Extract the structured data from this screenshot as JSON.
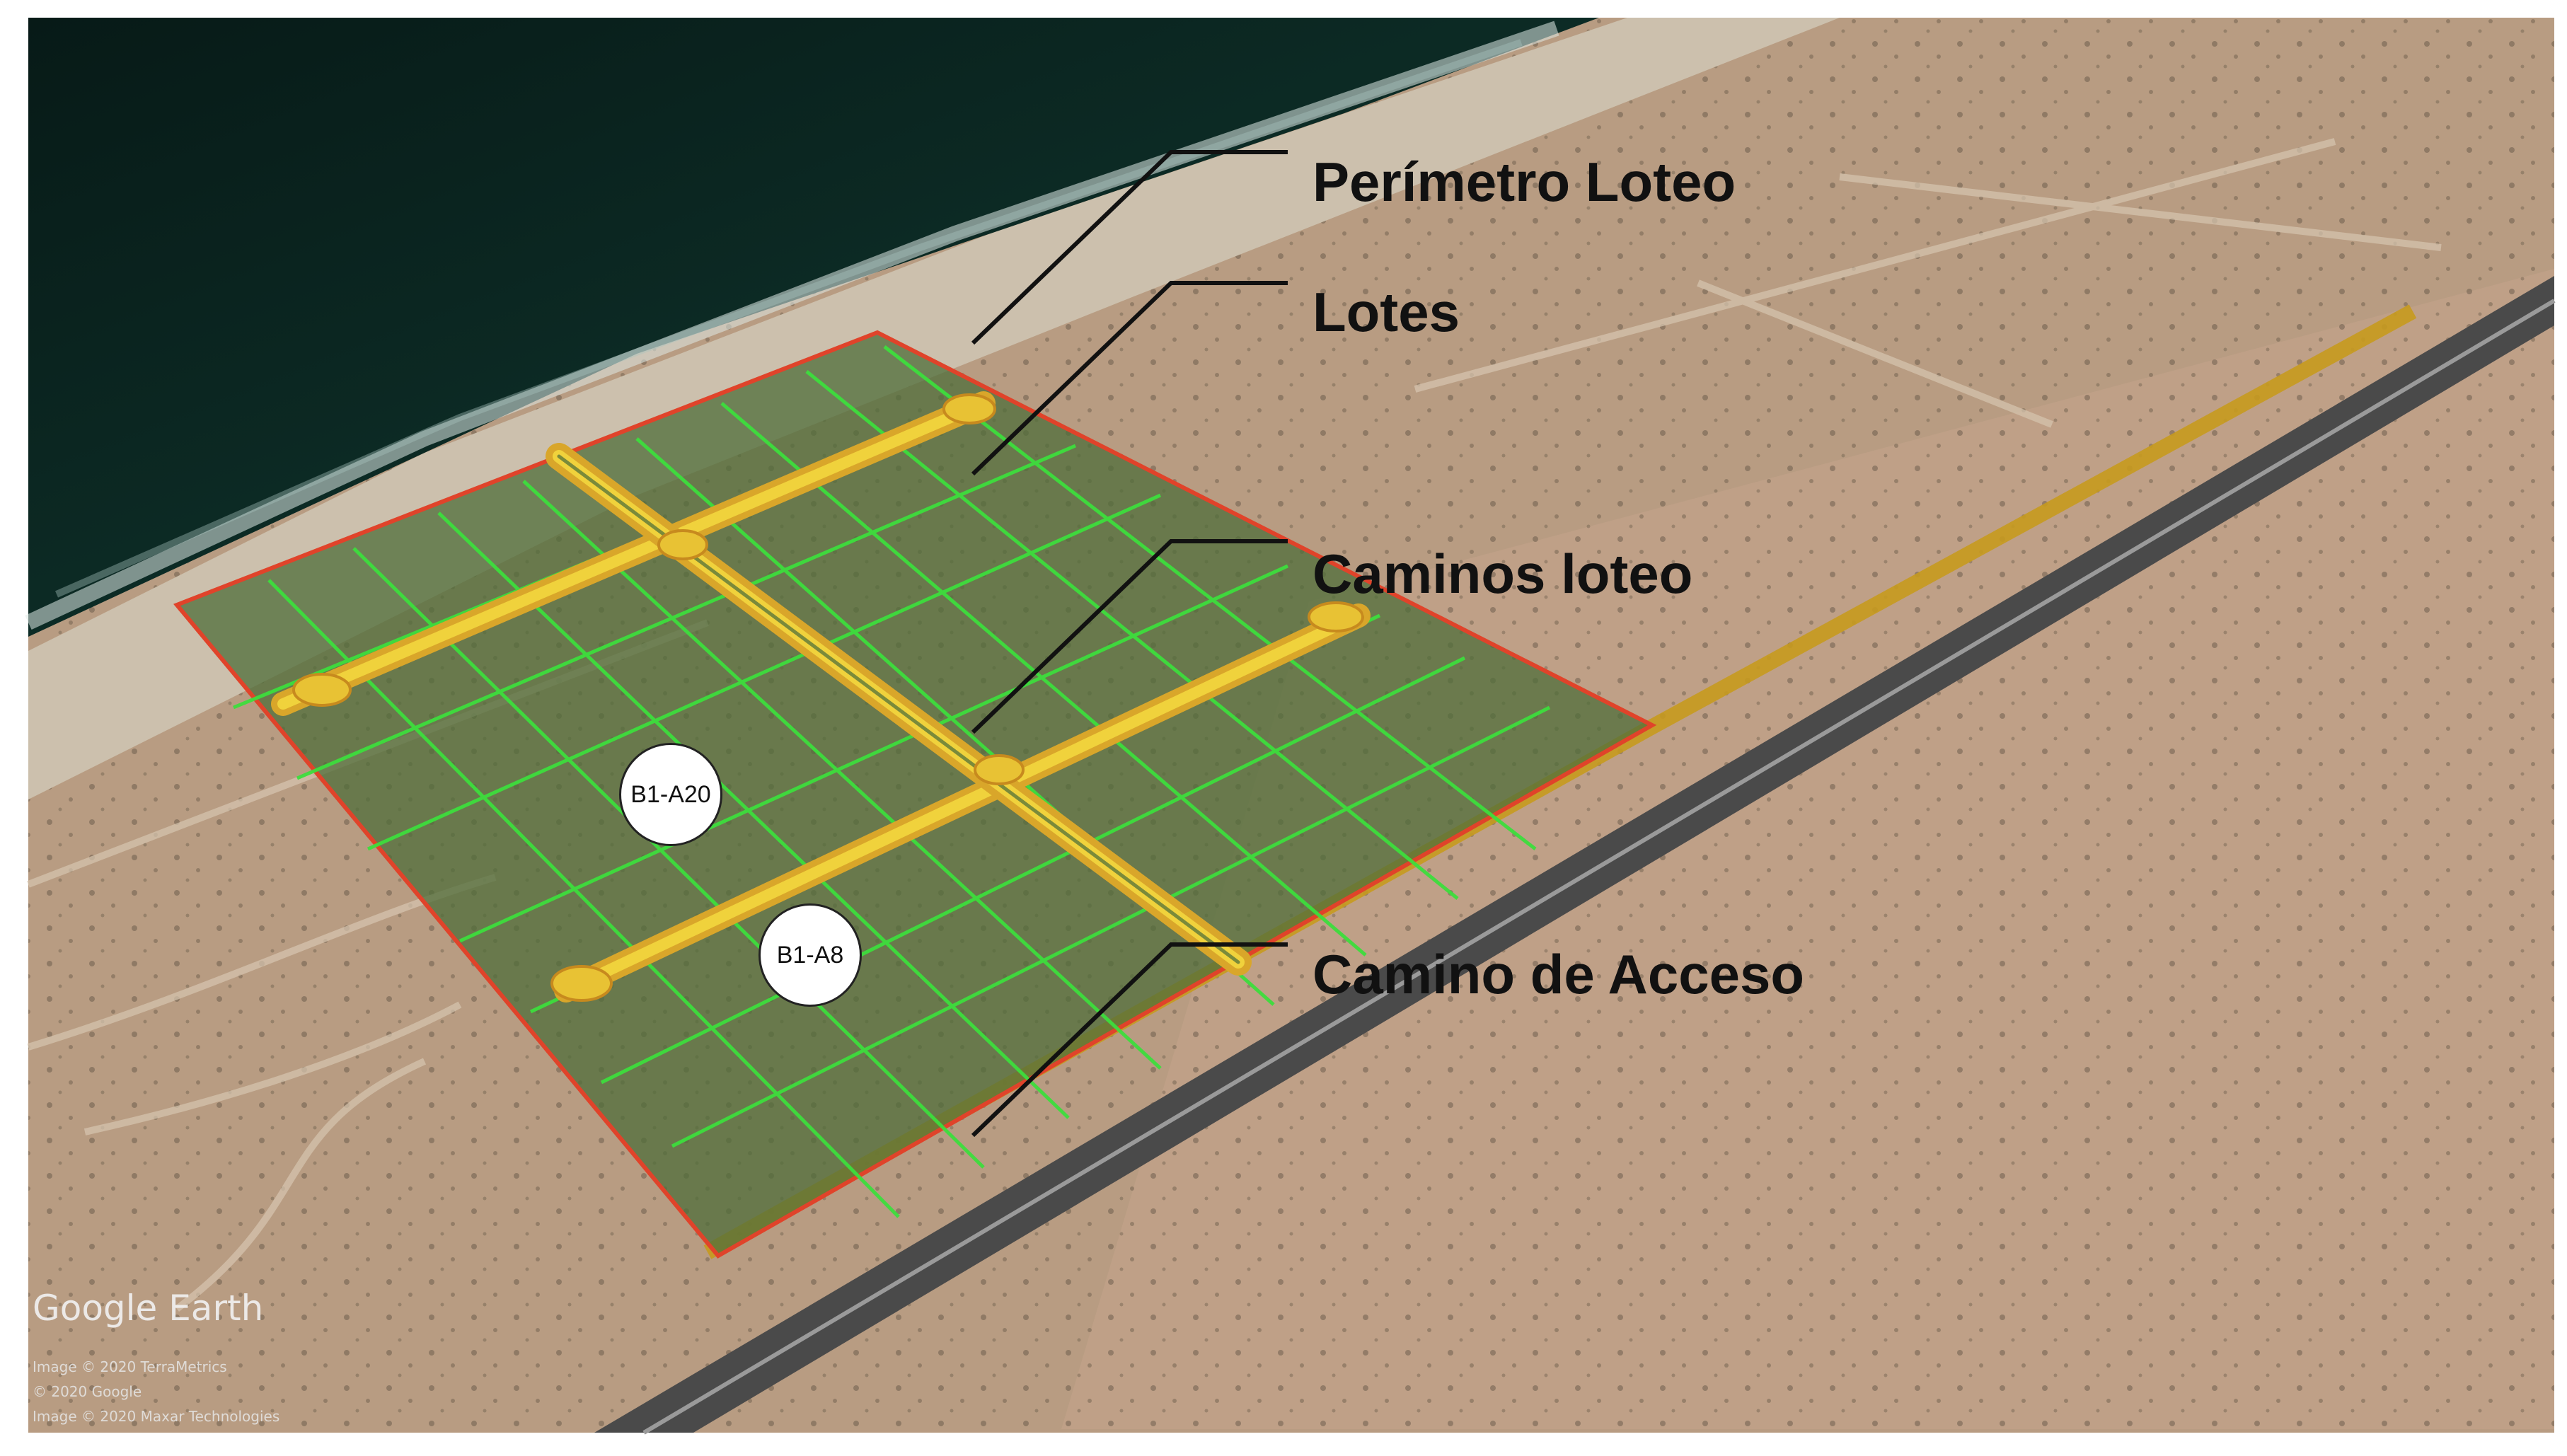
{
  "labels": {
    "perimeter": "Perímetro Loteo",
    "lots": "Lotes",
    "internal_roads": "Caminos loteo",
    "access_road": "Camino de Acceso"
  },
  "lot_badges": [
    "B1-A20",
    "B1-A8"
  ],
  "branding": {
    "logo": "Google Earth",
    "attribution": [
      "Image © 2020 TerraMetrics",
      "© 2020 Google",
      "Image © 2020 Maxar Technologies"
    ]
  },
  "colors": {
    "perimeter": "#e0432a",
    "lot_lines": "#3dde3d",
    "roads": "#e8c234",
    "access_road": "#c79a1e",
    "ocean": "#0b2a24",
    "desert": "#b59a80"
  },
  "icons": [
    "google-earth-logo"
  ]
}
